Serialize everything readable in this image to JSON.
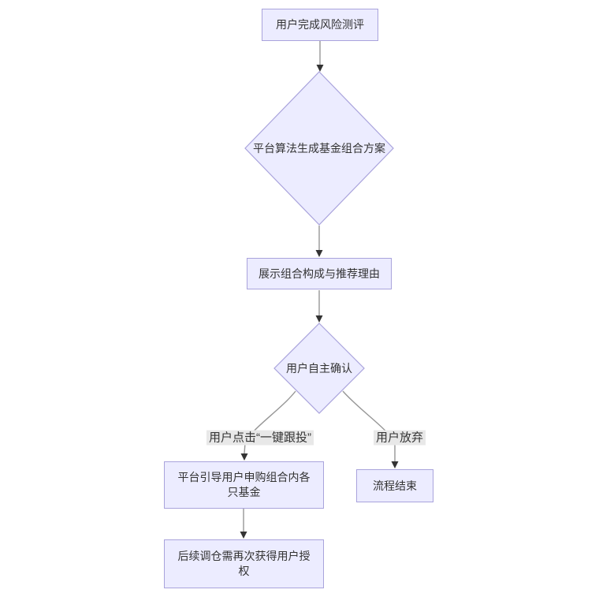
{
  "diagram": {
    "type": "flowchart",
    "direction": "top-down",
    "nodes": {
      "start": {
        "shape": "rect",
        "label": "用户完成风险测评"
      },
      "algo": {
        "shape": "diamond",
        "label": "平台算法生成基金组合方案"
      },
      "show": {
        "shape": "rect",
        "label": "展示组合构成与推荐理由"
      },
      "confirm": {
        "shape": "diamond",
        "label": "用户自主确认"
      },
      "subscribe": {
        "shape": "rect",
        "lines": [
          "平台引导用户申购组合内各",
          "只基金"
        ]
      },
      "auth": {
        "shape": "rect",
        "lines": [
          "后续调仓需再次获得用户授",
          "权"
        ]
      },
      "end": {
        "shape": "rect",
        "label": "流程结束"
      }
    },
    "edge_labels": {
      "follow": "用户点击“一键跟投”",
      "abandon": "用户放弃"
    },
    "colors": {
      "node_fill": "#ECECFF",
      "node_border": "#A9A3DC",
      "edge_line": "#969696",
      "arrow": "#333333",
      "label_bg": "#E8E8E8",
      "text": "#333333",
      "bg": "#FFFFFF"
    }
  }
}
